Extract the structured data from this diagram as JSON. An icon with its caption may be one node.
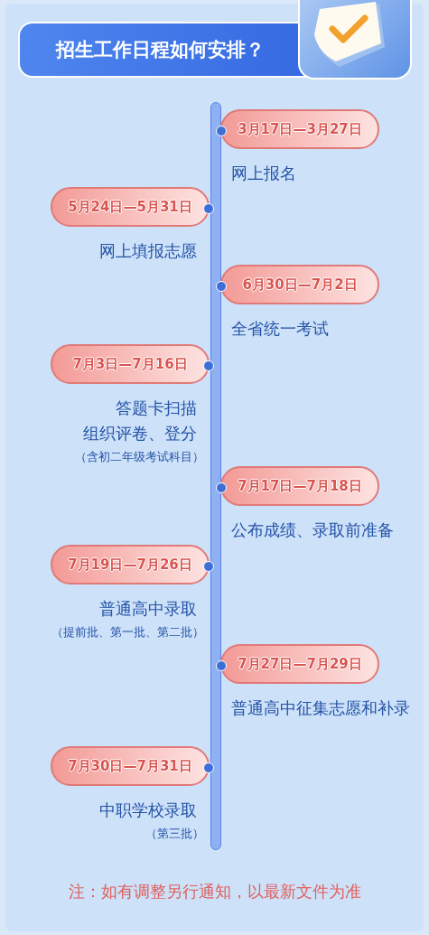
{
  "diagram": {
    "title": "招生工作日程如何安排？",
    "nodes": [
      {
        "text": [
          "3月17日—3月27日"
        ],
        "beside": [
          "网上报名"
        ]
      },
      {
        "text": [
          "5月24日—5月31日"
        ],
        "beside": [
          "网上填报志愿"
        ]
      },
      {
        "text": [
          "6月30日—7月2日"
        ],
        "beside": [
          "全省统一考试"
        ]
      },
      {
        "text": [
          "7月3日—7月16日"
        ],
        "beside": [
          "答题卡扫描",
          "组织评卷、登分",
          "（含初二年级考试科目）"
        ]
      },
      {
        "text": [
          "7月17日—7月18日"
        ],
        "beside": [
          "公布成绩、录取前准备"
        ]
      },
      {
        "text": [
          "7月19日—7月26日"
        ],
        "beside": [
          "普通高中录取",
          "（提前批、第一批、第二批）"
        ]
      },
      {
        "text": [
          "7月27日—7月29日"
        ],
        "beside": [
          "普通高中征集志愿和补录"
        ]
      },
      {
        "text": [
          "7月30日—7月31日"
        ],
        "beside": [
          "中职学校录取",
          "（第三批）"
        ]
      }
    ],
    "labels": [
      "注：如有调整另行通知，以最新文件为准"
    ]
  }
}
